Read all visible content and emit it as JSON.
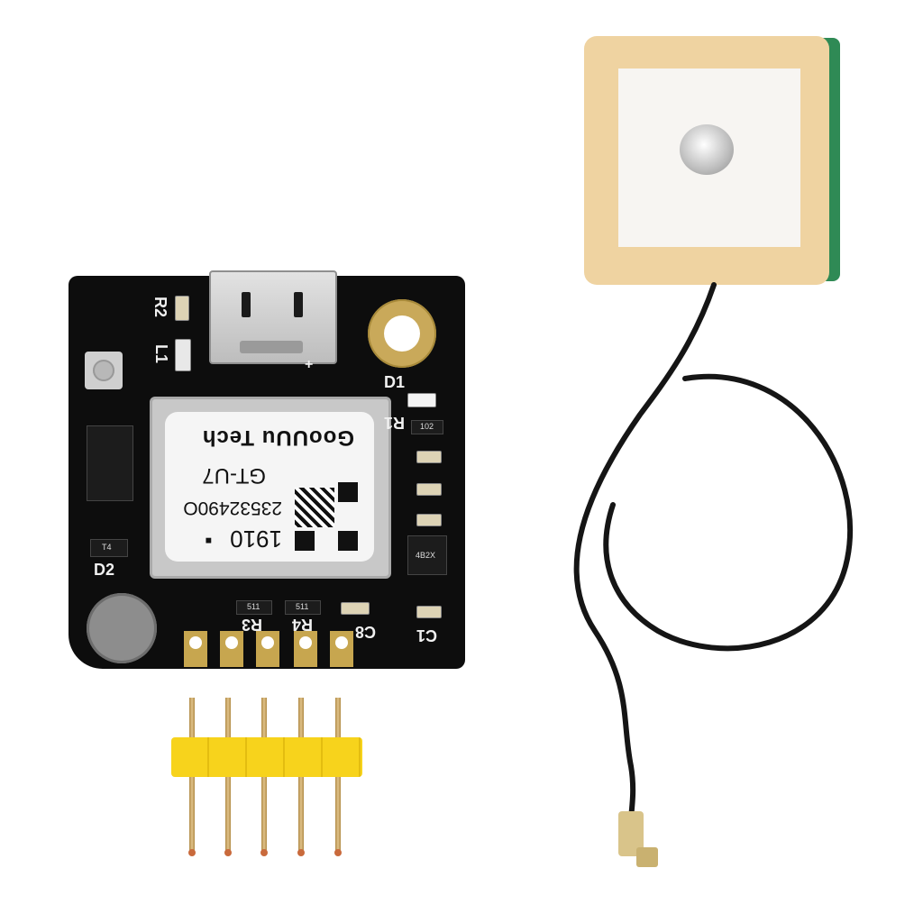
{
  "scene": {
    "background_color": "#ffffff",
    "description": "Product photo of a GPS receiver module kit"
  },
  "gps_module": {
    "pcb_color": "#0d0d0d",
    "shield_label": {
      "brand": "GooUUu Tech",
      "model": "GT-U7",
      "serial": "23532490O",
      "date_code": "1910",
      "dot": "■"
    },
    "silkscreen": {
      "r1": "R1",
      "r2": "R2",
      "r3": "R3",
      "r4": "R4",
      "l1": "L1",
      "d1": "D1",
      "d2": "D2",
      "c1": "C1",
      "c8": "C8",
      "resistor_code_102": "102",
      "regulator_code": "4B2X",
      "resistor_code_511_a": "511",
      "resistor_code_511_b": "511",
      "transistor_code": "T4"
    },
    "connectors": {
      "usb": "micro-USB",
      "usb_polarity": "+"
    },
    "header_pad_count": 5
  },
  "pin_header": {
    "pin_count": 5,
    "insulator_color": "#f7d31c",
    "pin_color": "#c9a86a"
  },
  "antenna": {
    "type": "ceramic patch antenna",
    "ceramic_color": "#efd3a1",
    "pcb_color": "#2f8a55",
    "cable_color": "#151515",
    "connector": "IPEX / U.FL",
    "connector_color": "#d9c48a"
  }
}
